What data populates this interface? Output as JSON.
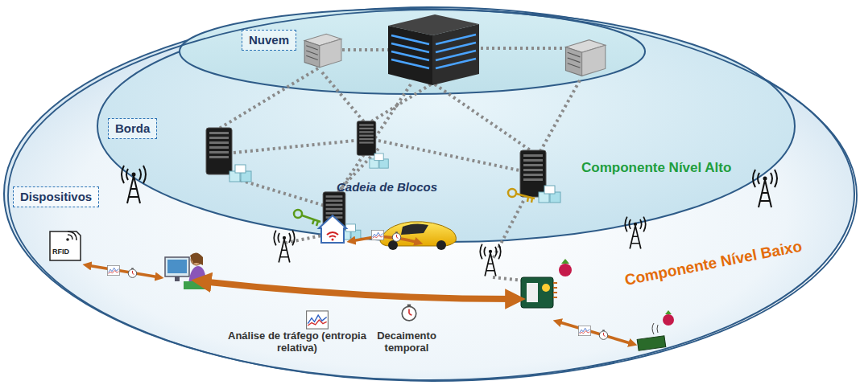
{
  "diagram": {
    "nodes": [
      {
        "text": [
          "Dispositivos"
        ]
      },
      {
        "text": [
          "Borda"
        ],
        "in": 0
      },
      {
        "text": [
          "Nuvem"
        ],
        "in": 1
      }
    ],
    "labels": [
      "Componente Nível Alto",
      "Cadeia de Blocos",
      "Componente Nível Baixo",
      "RFID",
      "Análise de tráfego (entropia relativa)",
      "Decaimento temporal"
    ]
  }
}
